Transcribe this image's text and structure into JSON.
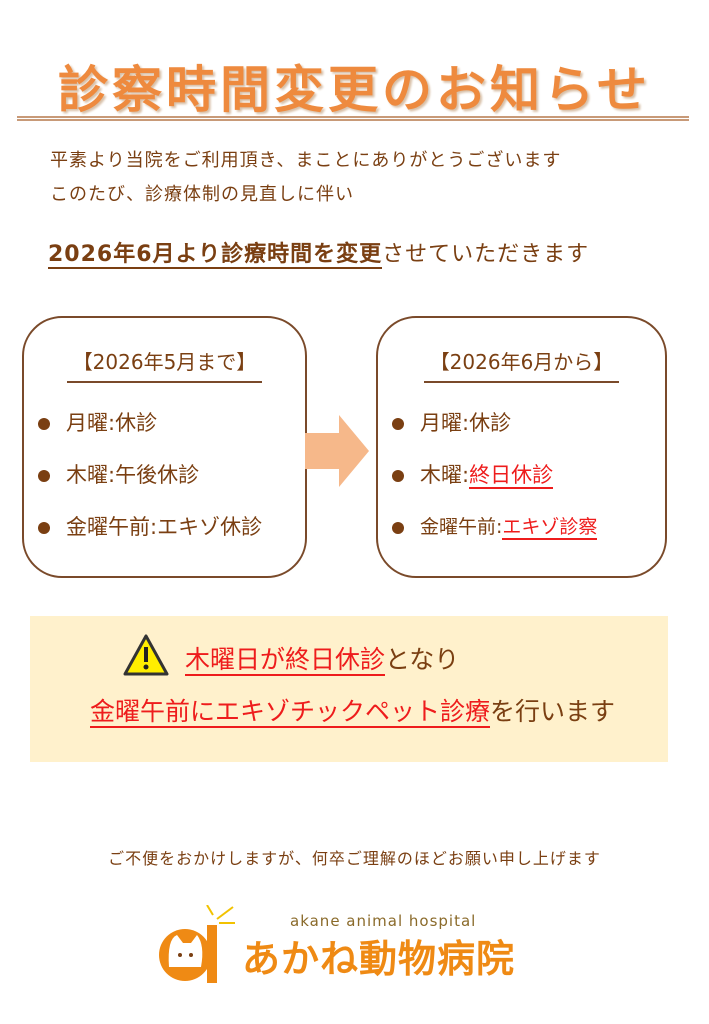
{
  "title": "診察時間変更のお知らせ",
  "intro": [
    "平素より当院をご利用頂き、まことにありがとうございます",
    "このたび、診療体制の見直しに伴い"
  ],
  "headline": {
    "emphasis": "2026年6月より診療時間を変更",
    "rest": "させていただきます"
  },
  "before": {
    "heading": "【2026年5月まで】",
    "items": [
      "月曜:休診",
      "木曜:午後休診",
      "金曜午前:エキゾ休診"
    ]
  },
  "after": {
    "heading": "【2026年6月から】",
    "items": [
      {
        "label": "月曜:",
        "value": "休診"
      },
      {
        "label": "木曜:",
        "value": "終日休診"
      },
      {
        "label": "金曜午前:",
        "value": "エキゾ診察"
      }
    ]
  },
  "notice": {
    "line1_red": "木曜日が終日休診",
    "line1_rest": "となり",
    "line2_red": "金曜午前にエキゾチックペット診療",
    "line2_rest": "を行います"
  },
  "closing": "ご不便をおかけしますが、何卒ご理解のほどお願い申し上げます",
  "logo": {
    "en": "akane animal hospital",
    "ja": "あかね動物病院"
  },
  "colors": {
    "title": "#ee8a3e",
    "text": "#7a3f12",
    "red": "#ee1c1c",
    "notice_bg": "#fff1cc",
    "logo": "#ef8a14"
  }
}
